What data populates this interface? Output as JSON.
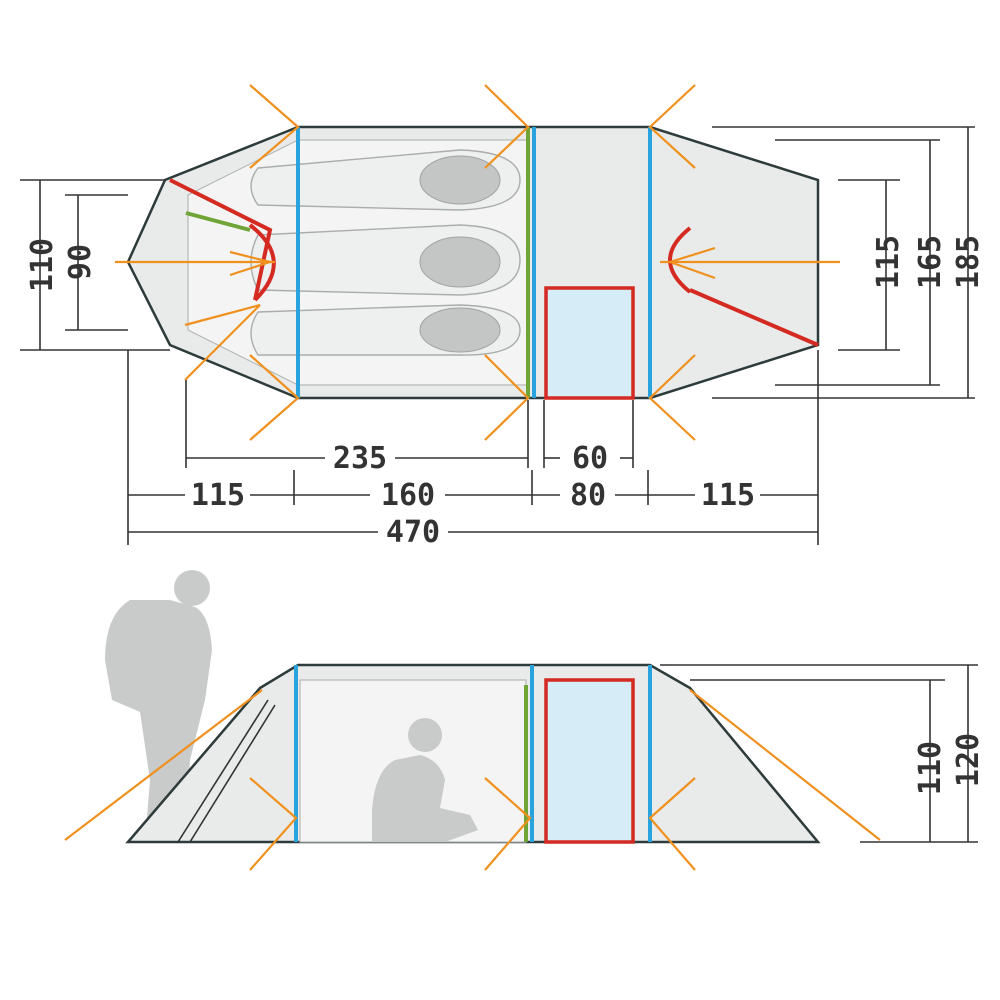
{
  "colors": {
    "outline": "#2e3b3b",
    "floor": "#e9ebea",
    "pole_blue": "#29a3de",
    "pole_green": "#6fa536",
    "pole_red": "#d42a22",
    "guy_line": "#f0901e",
    "door_fill": "#d6ecf7",
    "person": "#c9cbca"
  },
  "top_view": {
    "left_dims": {
      "outer": "110",
      "inner": "90"
    },
    "right_dims": {
      "inner": "115",
      "middle": "165",
      "outer": "185"
    },
    "bottom_dims": {
      "sleeping_length": "235",
      "door_width": "60",
      "left_vestibule": "115",
      "inner_tent": "160",
      "center": "80",
      "right_vestibule": "115",
      "total_length": "470"
    }
  },
  "side_view": {
    "height_inner": "110",
    "height_outer": "120"
  }
}
